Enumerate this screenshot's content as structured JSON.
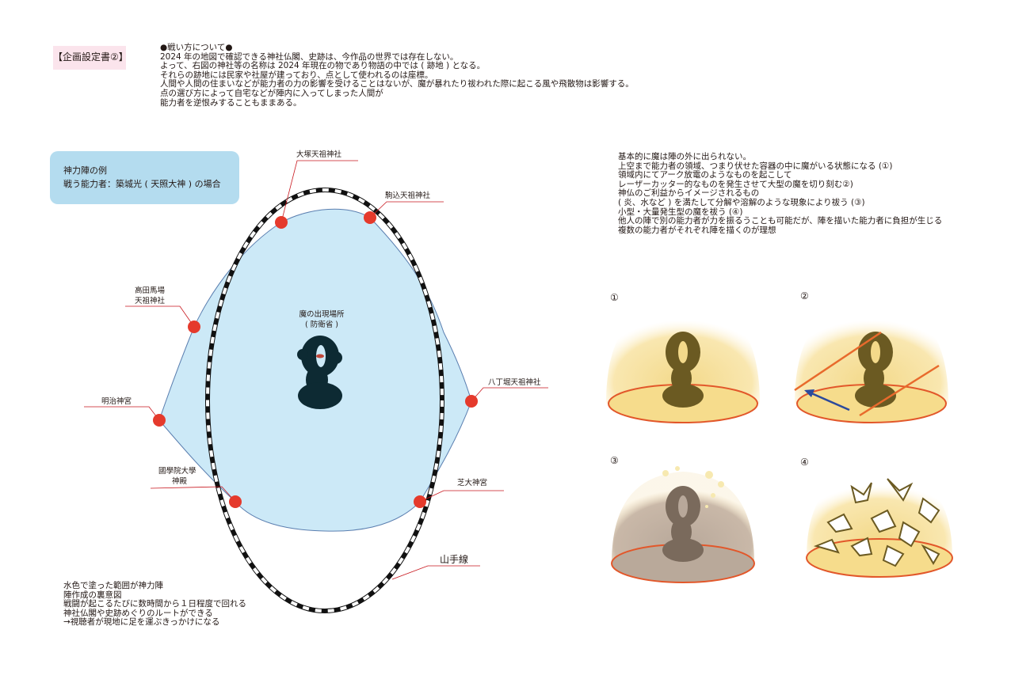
{
  "header": {
    "tag": "【企画設定書②】",
    "lines": [
      "●戦い方について●",
      "2024 年の地図で確認できる神社仏閣、史跡は、今作品の世界では存在しない。",
      "よって、右図の神社等の名称は 2024 年現在の物であり物語の中では ( 跡地 ) となる。",
      "それらの跡地には民家や社屋が建っており、点として使われるのは座標。",
      "人間や人間の住まいなどが能力者の力の影響を受けることはないが、魔が暴れたり祓われた際に起こる風や飛散物は影響する。",
      "点の選び方によって自宅などが陣内に入ってしまった人間が",
      "能力者を逆恨みすることもままある。"
    ]
  },
  "example_box": {
    "title": "神力陣の例",
    "subtitle": "戦う能力者：築城光 ( 天照大神 ) の場合"
  },
  "map": {
    "points": [
      "大塚天祖神社",
      "駒込天祖神社",
      "高田馬場",
      "天祖神社",
      "明治神宮",
      "八丁堀天祖神社",
      "國學院大學",
      "神殿",
      "芝大神宮"
    ],
    "center_label": "魔の出現場所",
    "center_sub": "( 防衛省 )",
    "line_label": "山手線"
  },
  "notes_left": [
    "水色で塗った範囲が神力陣",
    "陣作成の裏意図",
    "戦闘が起こるたびに数時間から１日程度で回れる",
    "神社仏閣や史跡めぐりのルートができる",
    "→視聴者が現地に足を運ぶきっかけになる"
  ],
  "notes_right": [
    "基本的に魔は陣の外に出られない。",
    "上空まで能力者の領域、つまり伏せた容器の中に魔がいる状態になる (①)",
    "領域内にてアーク放電のようなものを起こして",
    "レーザーカッター的なものを発生させて大型の魔を切り刻む②)",
    "神仏のご利益からイメージされるもの",
    "( 炎、水など ) を満たして分解や溶解のような現象により祓う (③)",
    "小型・大量発生型の魔を祓う (④)",
    "他人の陣で別の能力者が力を振るうことも可能だが、陣を描いた能力者に負担が生じる",
    "複数の能力者がそれぞれ陣を描くのが理想"
  ],
  "panels": [
    "①",
    "②",
    "③",
    "④"
  ],
  "colors": {
    "area": "#cce9f7",
    "point": "#e53a2c",
    "monster": "#0d2a33",
    "dome": "#f7df94"
  }
}
